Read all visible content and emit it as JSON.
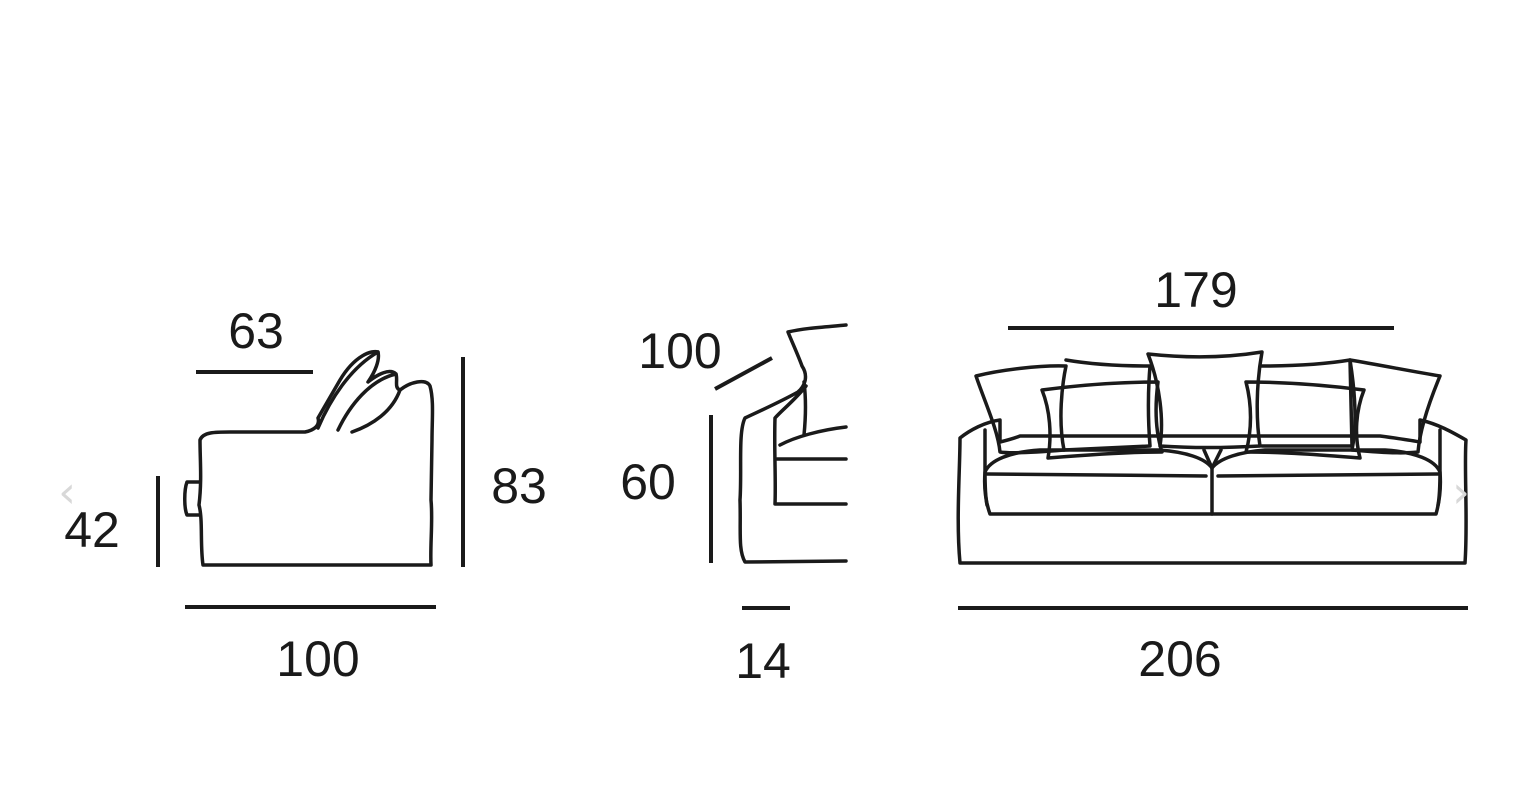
{
  "colors": {
    "ink": "#1a1a1a",
    "background": "#ffffff",
    "nav_arrow": "#d8d8d8"
  },
  "nav": {
    "prev_icon": "chevron-left-icon",
    "next_icon": "chevron-right-icon",
    "prev_glyph": "‹",
    "next_glyph": "›"
  },
  "side_view": {
    "seat_depth": "63",
    "seat_height": "42",
    "total_height": "83",
    "total_depth": "100"
  },
  "detail_view": {
    "diagonal_depth": "100",
    "arm_height": "60",
    "arm_width": "14"
  },
  "front_view": {
    "inner_width": "179",
    "total_width": "206"
  }
}
